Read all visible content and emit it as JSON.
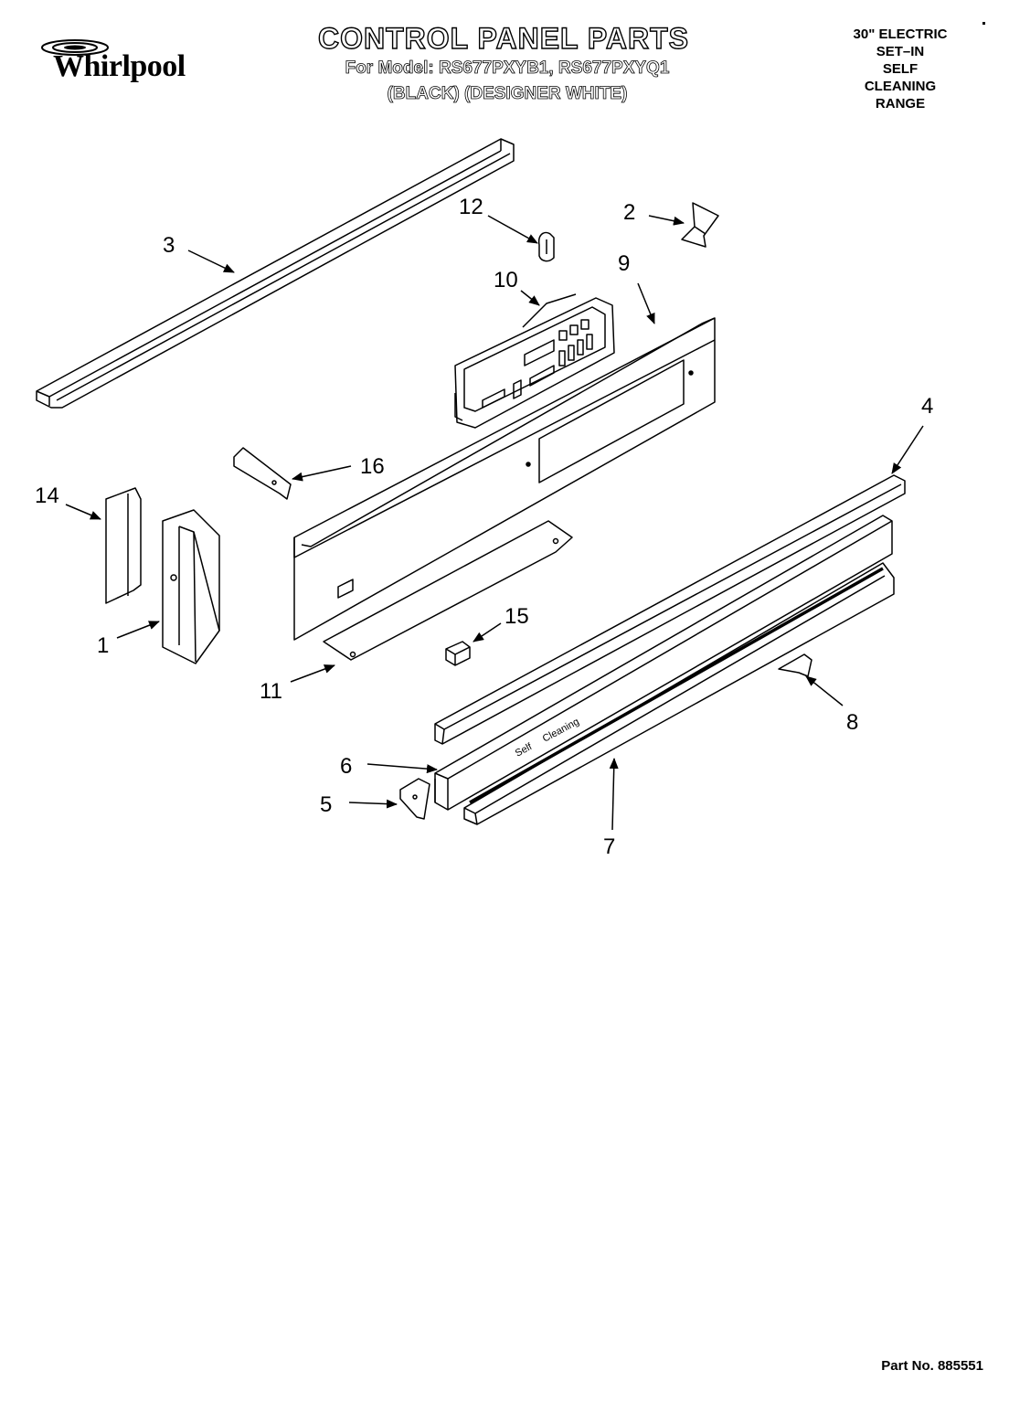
{
  "brand": {
    "name": "Whirlpool",
    "logo_icon": "whirlpool-swirl-icon"
  },
  "header": {
    "title": "CONTROL PANEL PARTS",
    "model_line": "For Model: RS677PXYB1, RS677PXYQ1",
    "color_line": "(BLACK) (DESIGNER WHITE)"
  },
  "product_type": {
    "lines": [
      "30\" ELECTRIC",
      "SET–IN",
      "SELF",
      "CLEANING",
      "RANGE"
    ]
  },
  "callouts": {
    "c1": "1",
    "c2": "2",
    "c3": "3",
    "c4": "4",
    "c5": "5",
    "c6": "6",
    "c7": "7",
    "c8": "8",
    "c9": "9",
    "c10": "10",
    "c11": "11",
    "c12": "12",
    "c14": "14",
    "c15": "15",
    "c16": "16"
  },
  "trim_text": {
    "self": "Self",
    "cleaning": "Cleaning"
  },
  "footer": {
    "part_number": "Part No. 885551"
  }
}
